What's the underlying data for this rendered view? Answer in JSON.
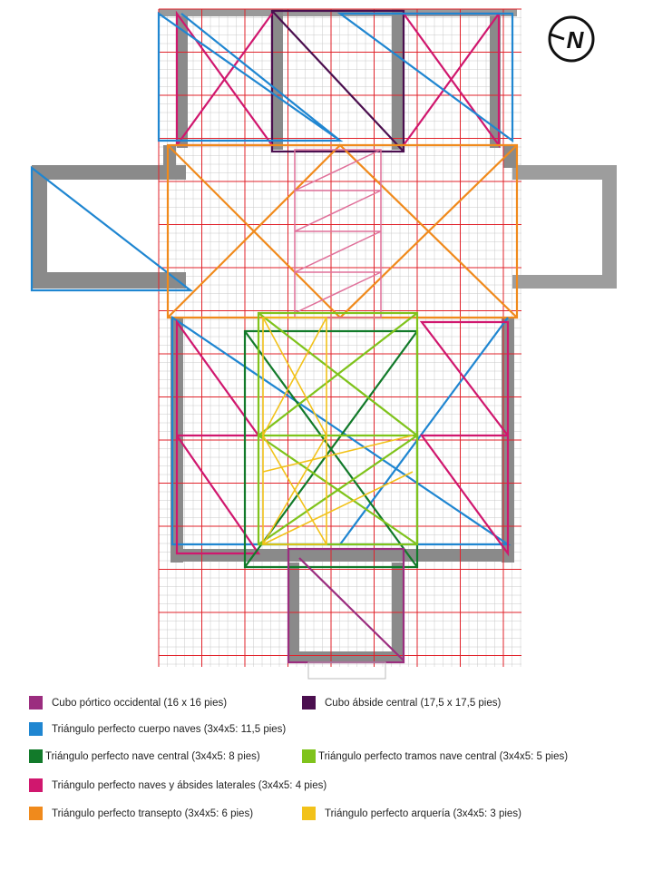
{
  "north_label": "N",
  "colors": {
    "grid_major": "#e0222a",
    "grid_minor": "#c8c8c8",
    "wall": "#8a8a8a",
    "portico_cube": "#9b2d7f",
    "apse_cube": "#4b0f4f",
    "body_triangle": "#1f86d1",
    "central_nave": "#127a2a",
    "nave_bays": "#7fc31c",
    "side_naves": "#d0176e",
    "transept": "#f08a1c",
    "arcade": "#f2c21a",
    "stair": "#e0709a"
  },
  "legend": [
    {
      "label": "Cubo pórtico occidental (16 x 16 pies)",
      "color": "#9b2d7f"
    },
    {
      "label": "Cubo ábside central (17,5 x 17,5 pies)",
      "color": "#4b0f4f"
    },
    {
      "label": "Triángulo perfecto cuerpo naves (3x4x5: 11,5 pies)",
      "color": "#1f86d1"
    },
    {
      "label": "Triángulo perfecto nave central (3x4x5: 8 pies)",
      "color": "#127a2a"
    },
    {
      "label": "Triángulo perfecto tramos nave central (3x4x5: 5 pies)",
      "color": "#7fc31c"
    },
    {
      "label": "Triángulo perfecto naves y ábsides laterales (3x4x5: 4 pies)",
      "color": "#d0176e"
    },
    {
      "label": "Triángulo perfecto transepto (3x4x5: 6 pies)",
      "color": "#f08a1c"
    },
    {
      "label": "Triángulo perfecto arquería (3x4x5: 3 pies)",
      "color": "#f2c21a"
    }
  ]
}
